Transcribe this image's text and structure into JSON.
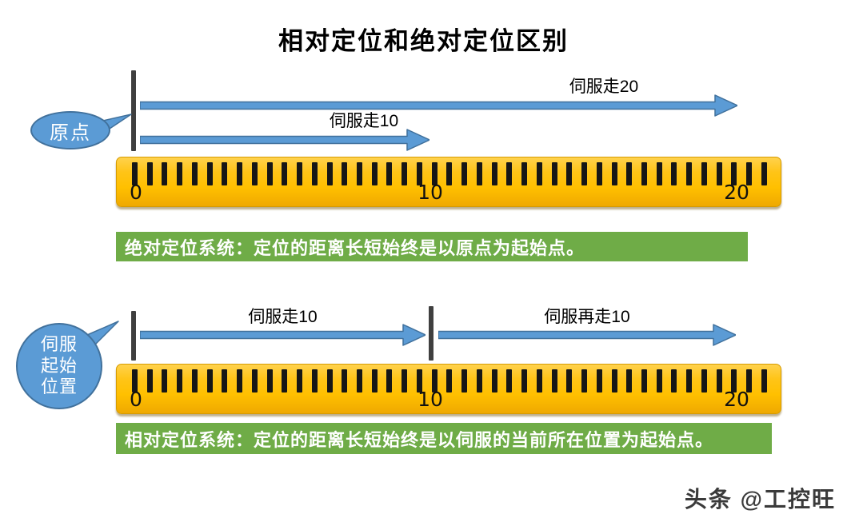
{
  "title": "相对定位和绝对定位区别",
  "colors": {
    "arrow_blue": "#5B9BD5",
    "arrow_border": "#41719C",
    "marker_dark": "#3F3F3F",
    "ruler_gold": "#FFC000",
    "ruler_gold_light": "#FFD24D",
    "ruler_gold_dark": "#EFA900",
    "ruler_border": "#D69B00",
    "tick_black": "#161616",
    "caption_green": "#6FAC47",
    "bubble_text": "#FFFFFF"
  },
  "absolute_section": {
    "origin_bubble": "原点",
    "arrow_20_label": "伺服走20",
    "arrow_10_label": "伺服走10",
    "ruler": {
      "tick_count": 43,
      "labels": [
        "0",
        "10",
        "20"
      ]
    },
    "caption": "绝对定位系统：定位的距离长短始终是以原点为起始点。"
  },
  "relative_section": {
    "start_bubble_lines": [
      "伺服",
      "起始",
      "位置"
    ],
    "arrow_1_label": "伺服走10",
    "arrow_2_label": "伺服再走10",
    "ruler": {
      "tick_count": 43,
      "labels": [
        "0",
        "10",
        "20"
      ]
    },
    "caption": "相对定位系统：定位的距离长短始终是以伺服的当前所在位置为起始点。"
  },
  "watermark": "头条 @工控旺"
}
